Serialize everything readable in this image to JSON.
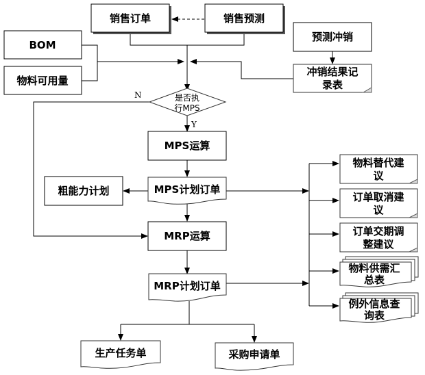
{
  "diagram": {
    "nodes": {
      "sales_order": "销售订单",
      "sales_forecast": "销售预测",
      "forecast_offset": "预测冲销",
      "offset_record_line1": "冲销结果记",
      "offset_record_line2": "录表",
      "bom": "BOM",
      "material_available": "物料可用量",
      "decision_line1": "是否执",
      "decision_line2": "行MPS",
      "mps_calc": "MPS运算",
      "mps_order": "MPS计划订单",
      "rough_capacity": "粗能力计划",
      "mrp_calc": "MRP运算",
      "mrp_order": "MRP计划订单",
      "production_task": "生产任务单",
      "purchase_request": "采购申请单",
      "sugg_substitute_line1": "物料替代建",
      "sugg_substitute_line2": "议",
      "sugg_cancel_line1": "订单取消建",
      "sugg_cancel_line2": "议",
      "sugg_reschedule_line1": "订单交期调",
      "sugg_reschedule_line2": "整建议",
      "supply_demand_line1": "物料供需汇",
      "supply_demand_line2": "总表",
      "exception_line1": "例外信息查",
      "exception_line2": "询表"
    },
    "labels": {
      "no": "N",
      "yes": "Y"
    },
    "edges": [
      {
        "from": "sales_forecast",
        "to": "sales_order",
        "style": "dashed"
      },
      {
        "from": "sales_order",
        "to": "decision"
      },
      {
        "from": "sales_forecast",
        "to": "decision"
      },
      {
        "from": "bom",
        "to": "decision"
      },
      {
        "from": "material_available",
        "to": "decision"
      },
      {
        "from": "forecast_offset",
        "to": "offset_record"
      },
      {
        "from": "offset_record",
        "to": "decision"
      },
      {
        "from": "decision",
        "to": "mps_calc",
        "label": "Y"
      },
      {
        "from": "decision",
        "to": "mrp_calc",
        "label": "N"
      },
      {
        "from": "mps_calc",
        "to": "mps_order"
      },
      {
        "from": "mps_order",
        "to": "rough_capacity"
      },
      {
        "from": "mps_order",
        "to": "mrp_calc"
      },
      {
        "from": "mps_order",
        "to": "suggestions"
      },
      {
        "from": "mrp_calc",
        "to": "mrp_order"
      },
      {
        "from": "mrp_order",
        "to": "suggestions"
      },
      {
        "from": "mrp_order",
        "to": "production_task"
      },
      {
        "from": "mrp_order",
        "to": "purchase_request"
      }
    ]
  }
}
